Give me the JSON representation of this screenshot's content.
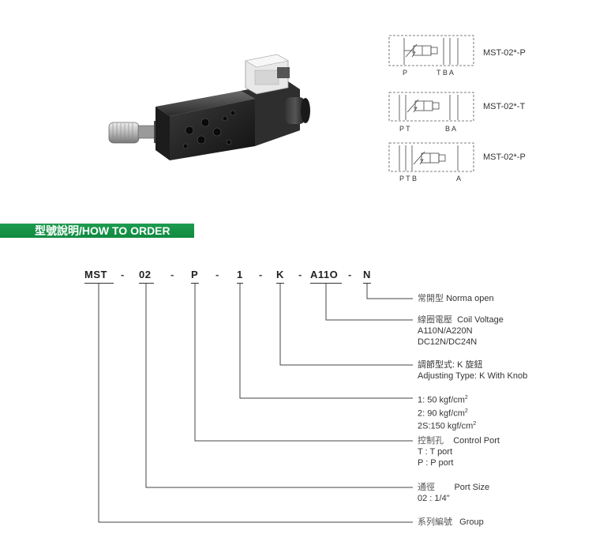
{
  "symbols": [
    {
      "label": "MST-02*-P",
      "ports": {
        "left": "P",
        "right": "T B A"
      }
    },
    {
      "label": "MST-02*-T",
      "ports": {
        "left": "P T",
        "right": "B A"
      }
    },
    {
      "label": "MST-02*-P",
      "ports": {
        "left": "P T B",
        "right": "A"
      }
    }
  ],
  "header": {
    "title": "型號說明/HOW TO ORDER",
    "color": "#1a9a4c"
  },
  "code": {
    "parts": [
      "MST",
      "02",
      "P",
      "1",
      "K",
      "A11O",
      "N"
    ],
    "separator": "-"
  },
  "legend": [
    {
      "zh": "常開型",
      "en": "Norma open"
    },
    {
      "zh": "線圈電壓",
      "en": "Coil Voltage",
      "details": [
        "A110N/A220N",
        "DC12N/DC24N"
      ]
    },
    {
      "zh": "調節型式: K 旋鈕",
      "en": "Adjusting Type: K With Knob"
    },
    {
      "lines": [
        "1: 50 kgf/cm",
        "2: 90 kgf/cm",
        "2S:150 kgf/cm"
      ],
      "sup": "2"
    },
    {
      "zh": "控制孔",
      "en": "Control Port",
      "details": [
        "T : T port",
        "P : P port"
      ]
    },
    {
      "zh": "通徑",
      "en": "Port Size",
      "details": [
        "02 : 1/4\""
      ]
    },
    {
      "zh": "系列編號",
      "en": "Group"
    }
  ]
}
